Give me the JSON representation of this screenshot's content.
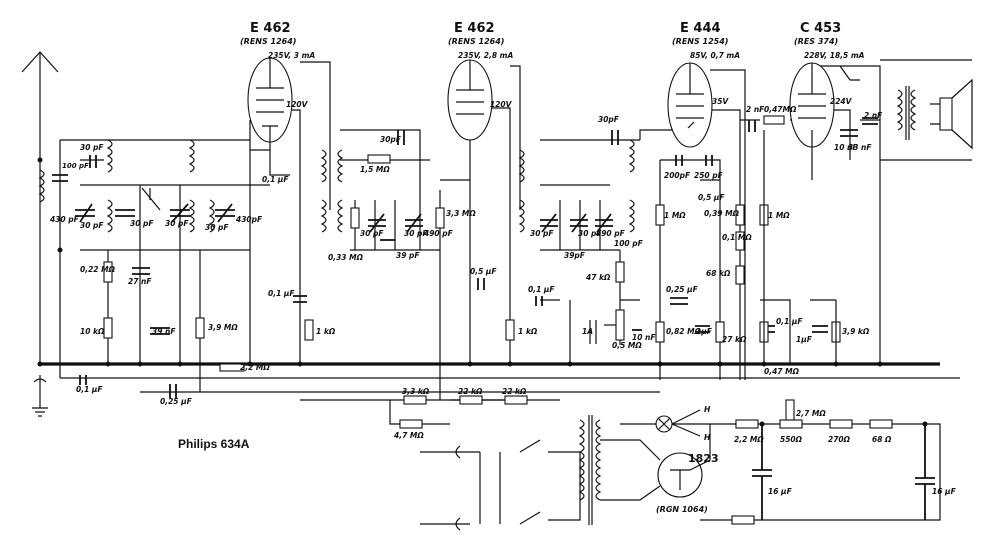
{
  "caption": "Philips 634A",
  "tubes": [
    {
      "name": "E 462",
      "type": "(RENS 1264)",
      "bias": "235V, 3 mA",
      "grid": "120V"
    },
    {
      "name": "E 462",
      "type": "(RENS 1264)",
      "bias": "235V, 2,8 mA",
      "grid": "120V"
    },
    {
      "name": "E 444",
      "type": "(RENS 1254)",
      "bias": "85V, 0,7 mA",
      "grid": "35V"
    },
    {
      "name": "C 453",
      "type": "(RES 374)",
      "bias": "228V, 18,5 mA",
      "grid": "224V"
    }
  ],
  "rectifier": {
    "name": "1823",
    "type": "(RGN 1064)"
  },
  "labels": {
    "c100pf": "100 pF",
    "c430pf_a": "430 pF",
    "c30pf_a": "30 pF",
    "c30pf_b": "30 pF",
    "c30pf_c": "30 pF",
    "c30pf_d": "30 pF",
    "c30pf_e": "30 pF",
    "c430pf_b": "430pF",
    "r022m": "0,22 MΩ",
    "c27nf": "27 nF",
    "r10k": "10 kΩ",
    "c39nf_a": "39 nF",
    "r39m": "3,9 MΩ",
    "c01uf_a": "0,1 μF",
    "c025uf_a": "0,25 μF",
    "r22m_a": "2,2 MΩ",
    "c01uf_b": "0,1 μF",
    "c01uf_c": "0,1 μF",
    "r1k_a": "1 kΩ",
    "c30pf_f": "30pF",
    "r15m": "1,5 MΩ",
    "r033m": "0,33 MΩ",
    "c30pf_g": "30 pF",
    "c39pf_a": "39 pF",
    "c30pf_h": "30 pF",
    "c490pf_a": "490 pF",
    "r33m": "3,3 MΩ",
    "c05uf_a": "0,5 μF",
    "r33k": "3,3 kΩ",
    "r47m": "4,7 MΩ",
    "r22k_a": "22 kΩ",
    "r22k_b": "22 kΩ",
    "r1k_b": "1 kΩ",
    "c01uf_d": "0,1 μF",
    "c30pf_i": "30pF",
    "c30pf_j": "30 pF",
    "c39pf_b": "39pF",
    "c30pf_k": "30 pF",
    "c490pf_b": "490 pF",
    "c100pf_b": "100 pF",
    "r47k": "47 kΩ",
    "pot1a": "1A",
    "r05m": "0,5 MΩ",
    "c10nf": "10 nF",
    "c200pf": "200pF",
    "c250pf": "250 pF",
    "c05uf_b": "0,5 μF",
    "r1m_a": "1 MΩ",
    "r039m": "0,39 MΩ",
    "r01m": "0,1 MΩ",
    "r68k": "68 kΩ",
    "c025uf_b": "0,25 μF",
    "r082m": "0,82 MΩ",
    "c1uf_a": "1μF",
    "r27k": "27 kΩ",
    "c2nf_a": "2 nF",
    "r047m_a": "0,47MΩ",
    "r1m_b": "1 MΩ",
    "c01uf_e": "0,1 μF",
    "c1uf_b": "1μF",
    "r39k": "3,9 kΩ",
    "r047m_b": "0,47 MΩ",
    "c10nf_b": "10 nF",
    "c33nf": "33 nF",
    "c2nf_b": "2 nF",
    "r27m": "2,7 MΩ",
    "r22m_b": "2,2 MΩ",
    "r550": "550Ω",
    "r270": "270Ω",
    "r68": "68 Ω",
    "c16uf_a": "16 μF",
    "c16uf_b": "16 μF",
    "lampH_a": "H",
    "lampH_b": "H"
  }
}
